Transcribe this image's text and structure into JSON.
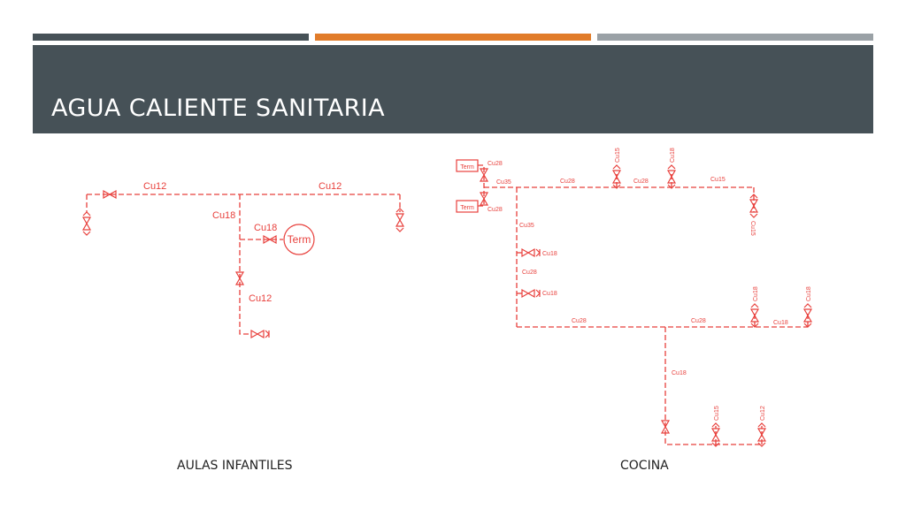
{
  "slide": {
    "title": "AGUA CALIENTE SANITARIA",
    "colors": {
      "bar_dark": "#465157",
      "bar_orange": "#e17c2a",
      "bar_gray": "#9aa1a6",
      "header_bg": "#465157",
      "drawing_red": "#e8403c"
    }
  },
  "diagram_left": {
    "caption": "AULAS INFANTILES",
    "labels": {
      "top_left": "Cu12",
      "top_right": "Cu12",
      "riser": "Cu18",
      "heater_branch": "Cu18",
      "lower": "Cu12"
    },
    "heater": "Term"
  },
  "diagram_right": {
    "caption": "COCINA",
    "heater_1": "Term",
    "heater_2": "Term",
    "labels": {
      "heater1_out": "Cu28",
      "heater2_out": "Cu28",
      "main_start": "Cu35",
      "main_mid": "Cu28",
      "main_mid2": "Cu28",
      "top_riser1": "Cu15",
      "top_riser2": "Cu18",
      "top_right": "Cu15",
      "right_drop": "Cu15",
      "vertical_main": "Cu35",
      "branch1": "Cu18",
      "vertical_mid": "Cu28",
      "branch2": "Cu18",
      "bottom_left": "Cu28",
      "bottom_mid": "Cu28",
      "bottom_right": "Cu18",
      "riser_right1": "Cu18",
      "riser_right2": "Cu18",
      "lower_drop": "Cu18",
      "lower_riser1": "Cu15",
      "lower_riser2": "Cu12"
    }
  }
}
